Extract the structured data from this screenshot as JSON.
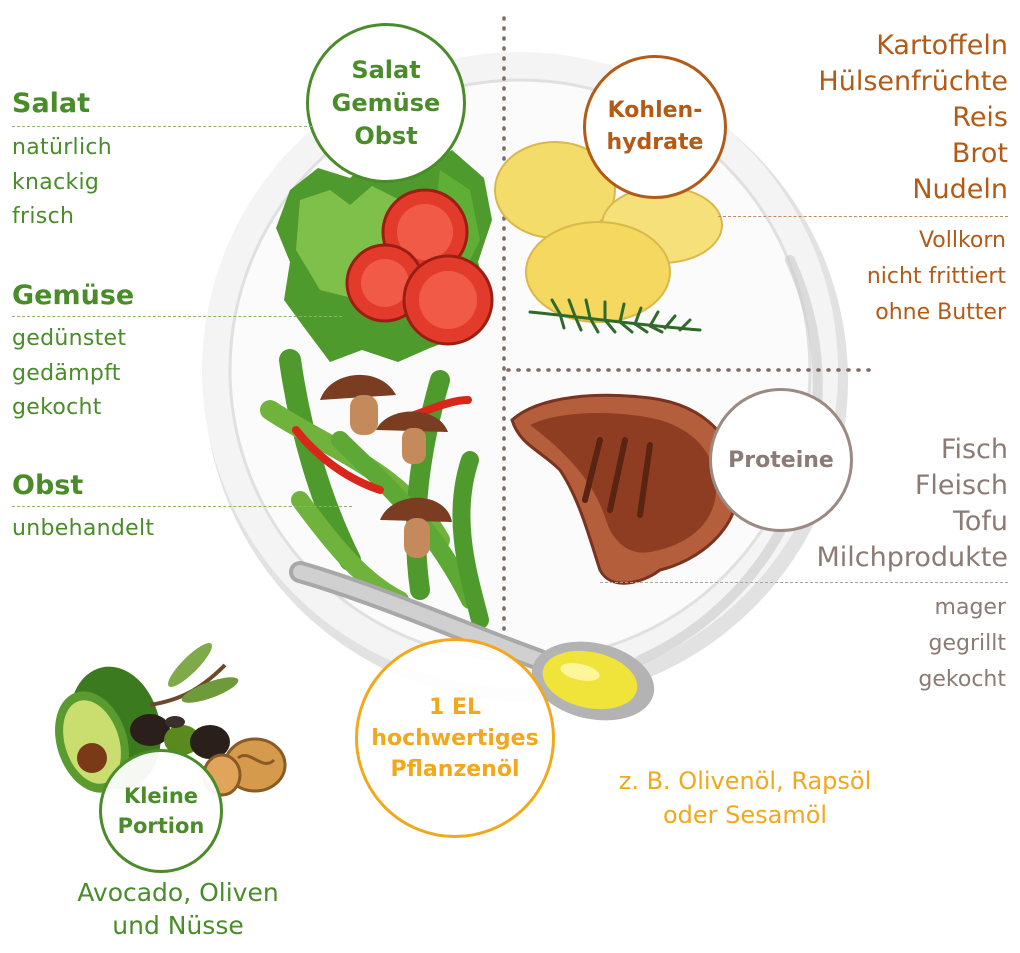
{
  "colors": {
    "green": "#4a8c2a",
    "brown": "#b35a17",
    "taupe": "#8b7b74",
    "gold": "#f2a81c"
  },
  "circles": {
    "salat": {
      "lines": [
        "Salat",
        "Gemüse",
        "Obst"
      ]
    },
    "kohlenhydrate": {
      "lines": [
        "Kohlen-",
        "hydrate"
      ]
    },
    "proteine": {
      "lines": [
        "Proteine"
      ]
    },
    "oel": {
      "lines": [
        "1 EL",
        "hochwertiges",
        "Pflanzenöl"
      ]
    },
    "kleine_portion": {
      "lines": [
        "Kleine",
        "Portion"
      ]
    }
  },
  "left": {
    "salat": {
      "heading": "Salat",
      "items": [
        "natürlich",
        "knackig",
        "frisch"
      ]
    },
    "gemuese": {
      "heading": "Gemüse",
      "items": [
        "gedünstet",
        "gedämpft",
        "gekocht"
      ]
    },
    "obst": {
      "heading": "Obst",
      "items": [
        "unbehandelt"
      ]
    }
  },
  "right": {
    "kohlenhydrate_items": [
      "Kartoffeln",
      "Hülsenfrüchte",
      "Reis",
      "Brot",
      "Nudeln"
    ],
    "kohlenhydrate_notes": [
      "Vollkorn",
      "nicht frittiert",
      "ohne Butter"
    ],
    "protein_items": [
      "Fisch",
      "Fleisch",
      "Tofu",
      "Milchprodukte"
    ],
    "protein_notes": [
      "mager",
      "gegrillt",
      "gekocht"
    ]
  },
  "oil_examples": [
    "z. B. Olivenöl, Rapsöl",
    "oder Sesamöl"
  ],
  "small_portion_caption": [
    "Avocado, Oliven",
    "und Nüsse"
  ]
}
